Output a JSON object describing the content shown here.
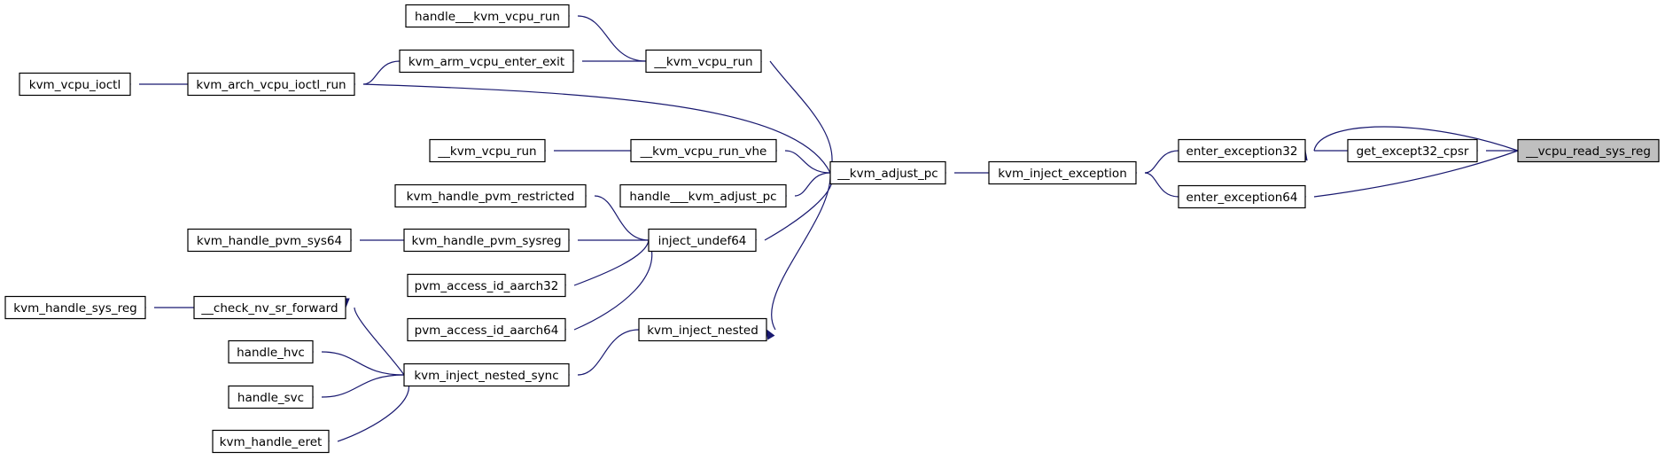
{
  "title": "",
  "colors": {
    "edge": "#191970",
    "root_fill": "#bfbfbf",
    "node_border": "#000000"
  },
  "nodes": [
    {
      "id": "vcpu_read_sys_reg",
      "label": "__vcpu_read_sys_reg",
      "root": true
    },
    {
      "id": "get_except32_cpsr",
      "label": "get_except32_cpsr"
    },
    {
      "id": "enter_exception32",
      "label": "enter_exception32"
    },
    {
      "id": "enter_exception64",
      "label": "enter_exception64"
    },
    {
      "id": "kvm_inject_exception",
      "label": "kvm_inject_exception"
    },
    {
      "id": "kvm_adjust_pc",
      "label": "__kvm_adjust_pc"
    },
    {
      "id": "kvm_vcpu_run_a",
      "label": "__kvm_vcpu_run"
    },
    {
      "id": "kvm_arch_vcpu_ioctl_run",
      "label": "kvm_arch_vcpu_ioctl_run"
    },
    {
      "id": "kvm_vcpu_run_vhe",
      "label": "__kvm_vcpu_run_vhe"
    },
    {
      "id": "handle_kvm_adjust_pc",
      "label": "handle___kvm_adjust_pc"
    },
    {
      "id": "inject_undef64",
      "label": "inject_undef64"
    },
    {
      "id": "kvm_inject_nested",
      "label": "kvm_inject_nested"
    },
    {
      "id": "handle_kvm_vcpu_run",
      "label": "handle___kvm_vcpu_run"
    },
    {
      "id": "kvm_arm_vcpu_enter_exit",
      "label": "kvm_arm_vcpu_enter_exit"
    },
    {
      "id": "kvm_vcpu_ioctl",
      "label": "kvm_vcpu_ioctl"
    },
    {
      "id": "kvm_vcpu_run_b",
      "label": "__kvm_vcpu_run"
    },
    {
      "id": "kvm_handle_pvm_restricted",
      "label": "kvm_handle_pvm_restricted"
    },
    {
      "id": "kvm_handle_pvm_sysreg",
      "label": "kvm_handle_pvm_sysreg"
    },
    {
      "id": "kvm_handle_pvm_sys64",
      "label": "kvm_handle_pvm_sys64"
    },
    {
      "id": "pvm_access_id_aarch32",
      "label": "pvm_access_id_aarch32"
    },
    {
      "id": "pvm_access_id_aarch64",
      "label": "pvm_access_id_aarch64"
    },
    {
      "id": "kvm_inject_nested_sync",
      "label": "kvm_inject_nested_sync"
    },
    {
      "id": "check_nv_sr_forward",
      "label": "__check_nv_sr_forward"
    },
    {
      "id": "kvm_handle_sys_reg",
      "label": "kvm_handle_sys_reg"
    },
    {
      "id": "handle_hvc",
      "label": "handle_hvc"
    },
    {
      "id": "handle_svc",
      "label": "handle_svc"
    },
    {
      "id": "kvm_handle_eret",
      "label": "kvm_handle_eret"
    }
  ],
  "edges": [
    {
      "from": "get_except32_cpsr",
      "to": "vcpu_read_sys_reg"
    },
    {
      "from": "enter_exception32",
      "to": "vcpu_read_sys_reg"
    },
    {
      "from": "enter_exception64",
      "to": "vcpu_read_sys_reg"
    },
    {
      "from": "enter_exception32",
      "to": "get_except32_cpsr"
    },
    {
      "from": "kvm_inject_exception",
      "to": "enter_exception32"
    },
    {
      "from": "kvm_inject_exception",
      "to": "enter_exception64"
    },
    {
      "from": "kvm_adjust_pc",
      "to": "kvm_inject_exception"
    },
    {
      "from": "kvm_vcpu_run_a",
      "to": "kvm_adjust_pc"
    },
    {
      "from": "kvm_arch_vcpu_ioctl_run",
      "to": "kvm_adjust_pc"
    },
    {
      "from": "kvm_vcpu_run_vhe",
      "to": "kvm_adjust_pc"
    },
    {
      "from": "handle_kvm_adjust_pc",
      "to": "kvm_adjust_pc"
    },
    {
      "from": "inject_undef64",
      "to": "kvm_adjust_pc"
    },
    {
      "from": "kvm_inject_nested",
      "to": "kvm_adjust_pc"
    },
    {
      "from": "handle_kvm_vcpu_run",
      "to": "kvm_vcpu_run_a"
    },
    {
      "from": "kvm_arm_vcpu_enter_exit",
      "to": "kvm_vcpu_run_a"
    },
    {
      "from": "kvm_arch_vcpu_ioctl_run",
      "to": "kvm_arm_vcpu_enter_exit"
    },
    {
      "from": "kvm_vcpu_ioctl",
      "to": "kvm_arch_vcpu_ioctl_run"
    },
    {
      "from": "kvm_vcpu_run_b",
      "to": "kvm_vcpu_run_vhe"
    },
    {
      "from": "kvm_handle_pvm_restricted",
      "to": "inject_undef64"
    },
    {
      "from": "kvm_handle_pvm_sysreg",
      "to": "inject_undef64"
    },
    {
      "from": "pvm_access_id_aarch32",
      "to": "inject_undef64"
    },
    {
      "from": "pvm_access_id_aarch64",
      "to": "inject_undef64"
    },
    {
      "from": "kvm_handle_pvm_sys64",
      "to": "kvm_handle_pvm_sysreg"
    },
    {
      "from": "kvm_inject_nested_sync",
      "to": "kvm_inject_nested"
    },
    {
      "from": "check_nv_sr_forward",
      "to": "kvm_inject_nested_sync"
    },
    {
      "from": "handle_hvc",
      "to": "kvm_inject_nested_sync"
    },
    {
      "from": "handle_svc",
      "to": "kvm_inject_nested_sync"
    },
    {
      "from": "kvm_handle_eret",
      "to": "kvm_inject_nested_sync"
    },
    {
      "from": "kvm_handle_sys_reg",
      "to": "check_nv_sr_forward"
    }
  ]
}
